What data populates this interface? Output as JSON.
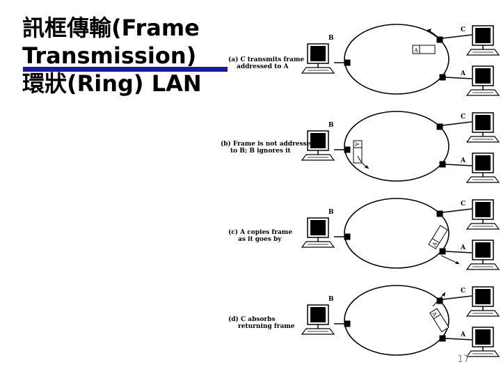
{
  "slide": {
    "title_lines": [
      "訊框傳輸(Frame",
      "Transmission)",
      "環狀(Ring) LAN"
    ],
    "page_number": "17"
  },
  "panels": [
    {
      "caption_lines": [
        "(a) C transmits frame",
        "addressed to A"
      ],
      "station_b": "B",
      "station_c": "C",
      "station_a": "A",
      "frame_label": "A"
    },
    {
      "caption_lines": [
        "(b) Frame is not addressed",
        "to B; B ignores it"
      ],
      "station_b": "B",
      "station_c": "C",
      "station_a": "A",
      "frame_label": "A"
    },
    {
      "caption_lines": [
        "(c) A copies frame",
        "as it goes by"
      ],
      "station_b": "B",
      "station_c": "C",
      "station_a": "A",
      "frame_label": "A"
    },
    {
      "caption_lines": [
        "(d) C absorbs",
        "returning frame"
      ],
      "station_b": "B",
      "station_c": "C",
      "station_a": "A",
      "frame_label": "A"
    }
  ]
}
